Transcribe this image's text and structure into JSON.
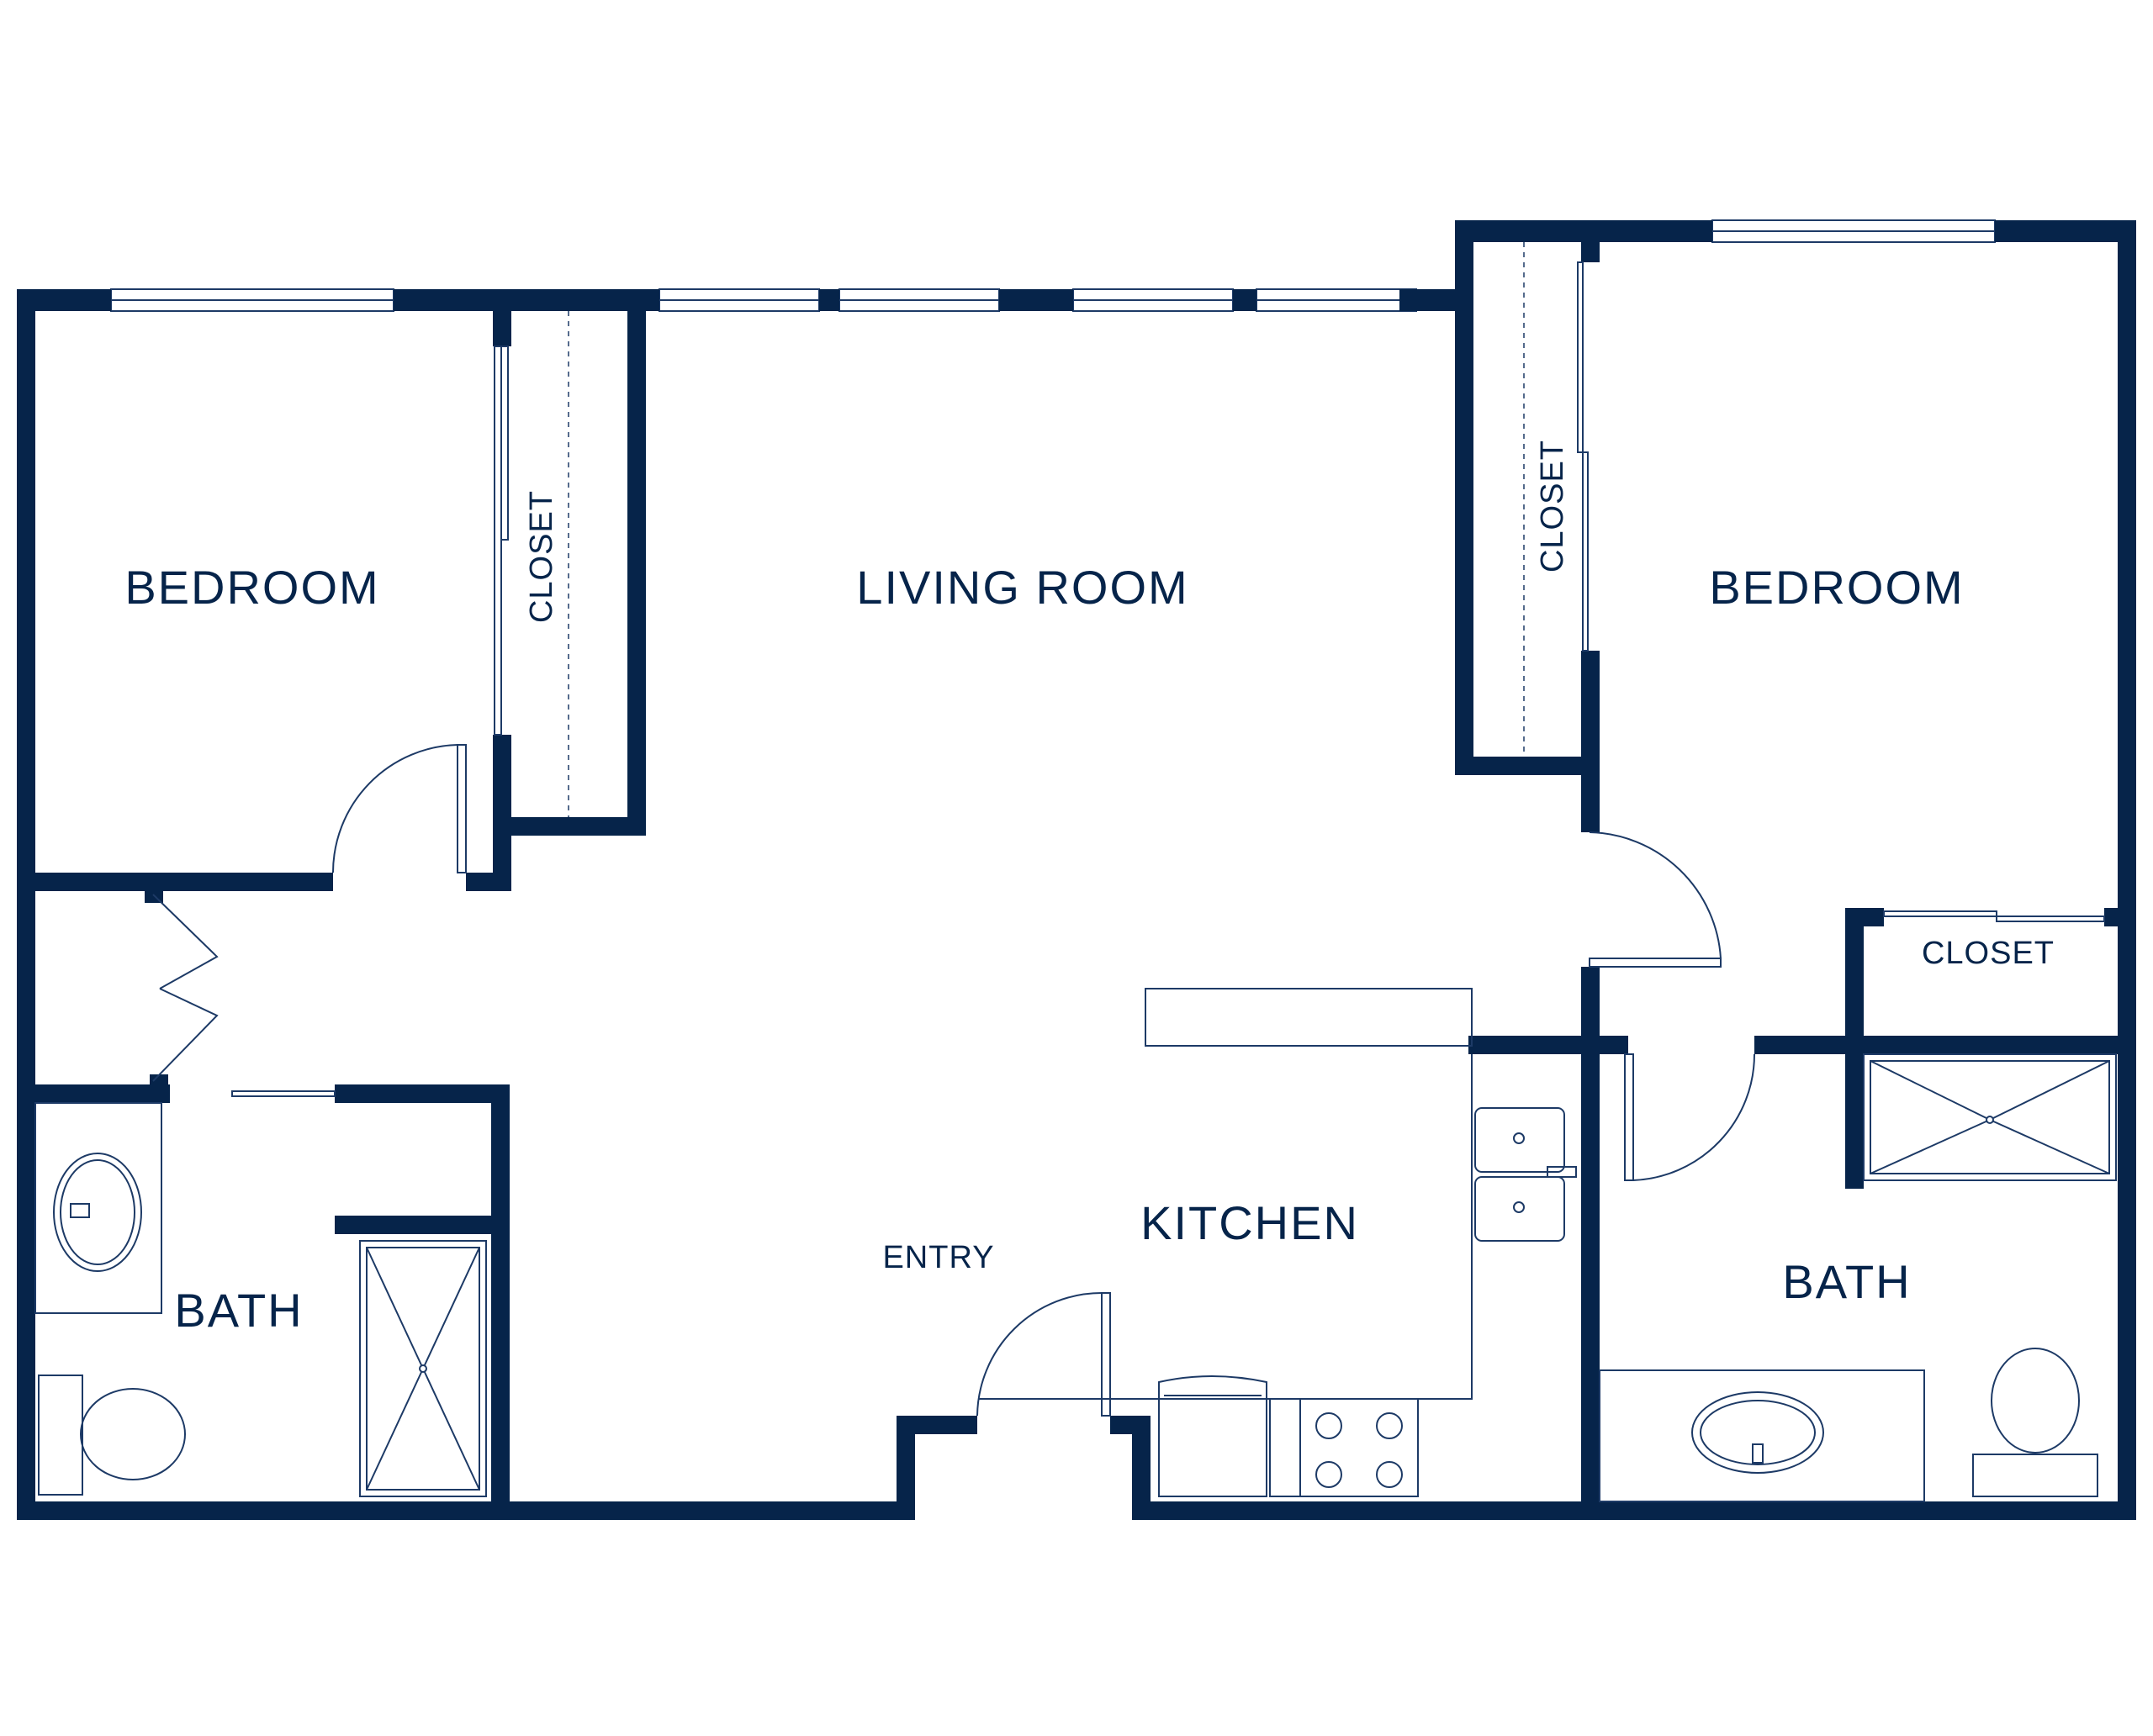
{
  "colors": {
    "wall": "#06244a",
    "line": "#1d3a66",
    "background": "#ffffff"
  },
  "rooms": {
    "bedroom_left": "BEDROOM",
    "closet_left": "CLOSET",
    "living_room": "LIVING ROOM",
    "closet_right_vertical": "CLOSET",
    "bedroom_right": "BEDROOM",
    "closet_right_small": "CLOSET",
    "bath_left": "BATH",
    "entry": "ENTRY",
    "kitchen": "KITCHEN",
    "bath_right": "BATH"
  }
}
